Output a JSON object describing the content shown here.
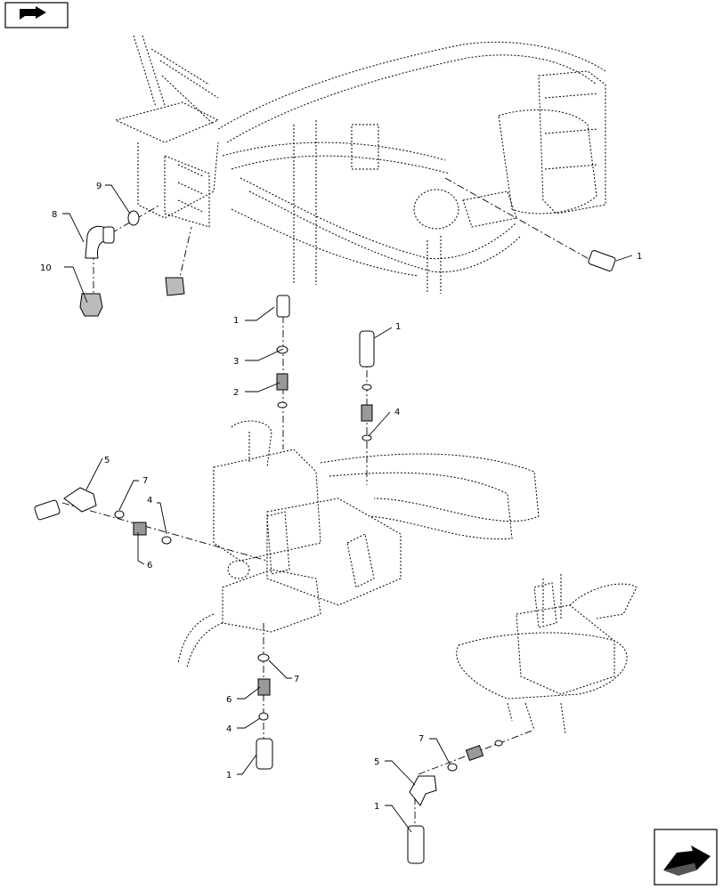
{
  "icons": {
    "top_nav": "back-arrow-icon",
    "bottom_nav": "next-arrow-icon"
  },
  "callouts": {
    "c1_right": "1",
    "c1_upper_mid": "1",
    "c1_upper_right": "1",
    "c1_lower_left": "1",
    "c1_bottom_right": "1",
    "c2": "2",
    "c3": "3",
    "c4_mid_right": "4",
    "c4_left": "4",
    "c4_lower": "4",
    "c5_left": "5",
    "c5_bottom": "5",
    "c6_left": "6",
    "c6_lower": "6",
    "c7_left": "7",
    "c7_lower": "7",
    "c7_bottom": "7",
    "c8": "8",
    "c9": "9",
    "c10": "10"
  }
}
